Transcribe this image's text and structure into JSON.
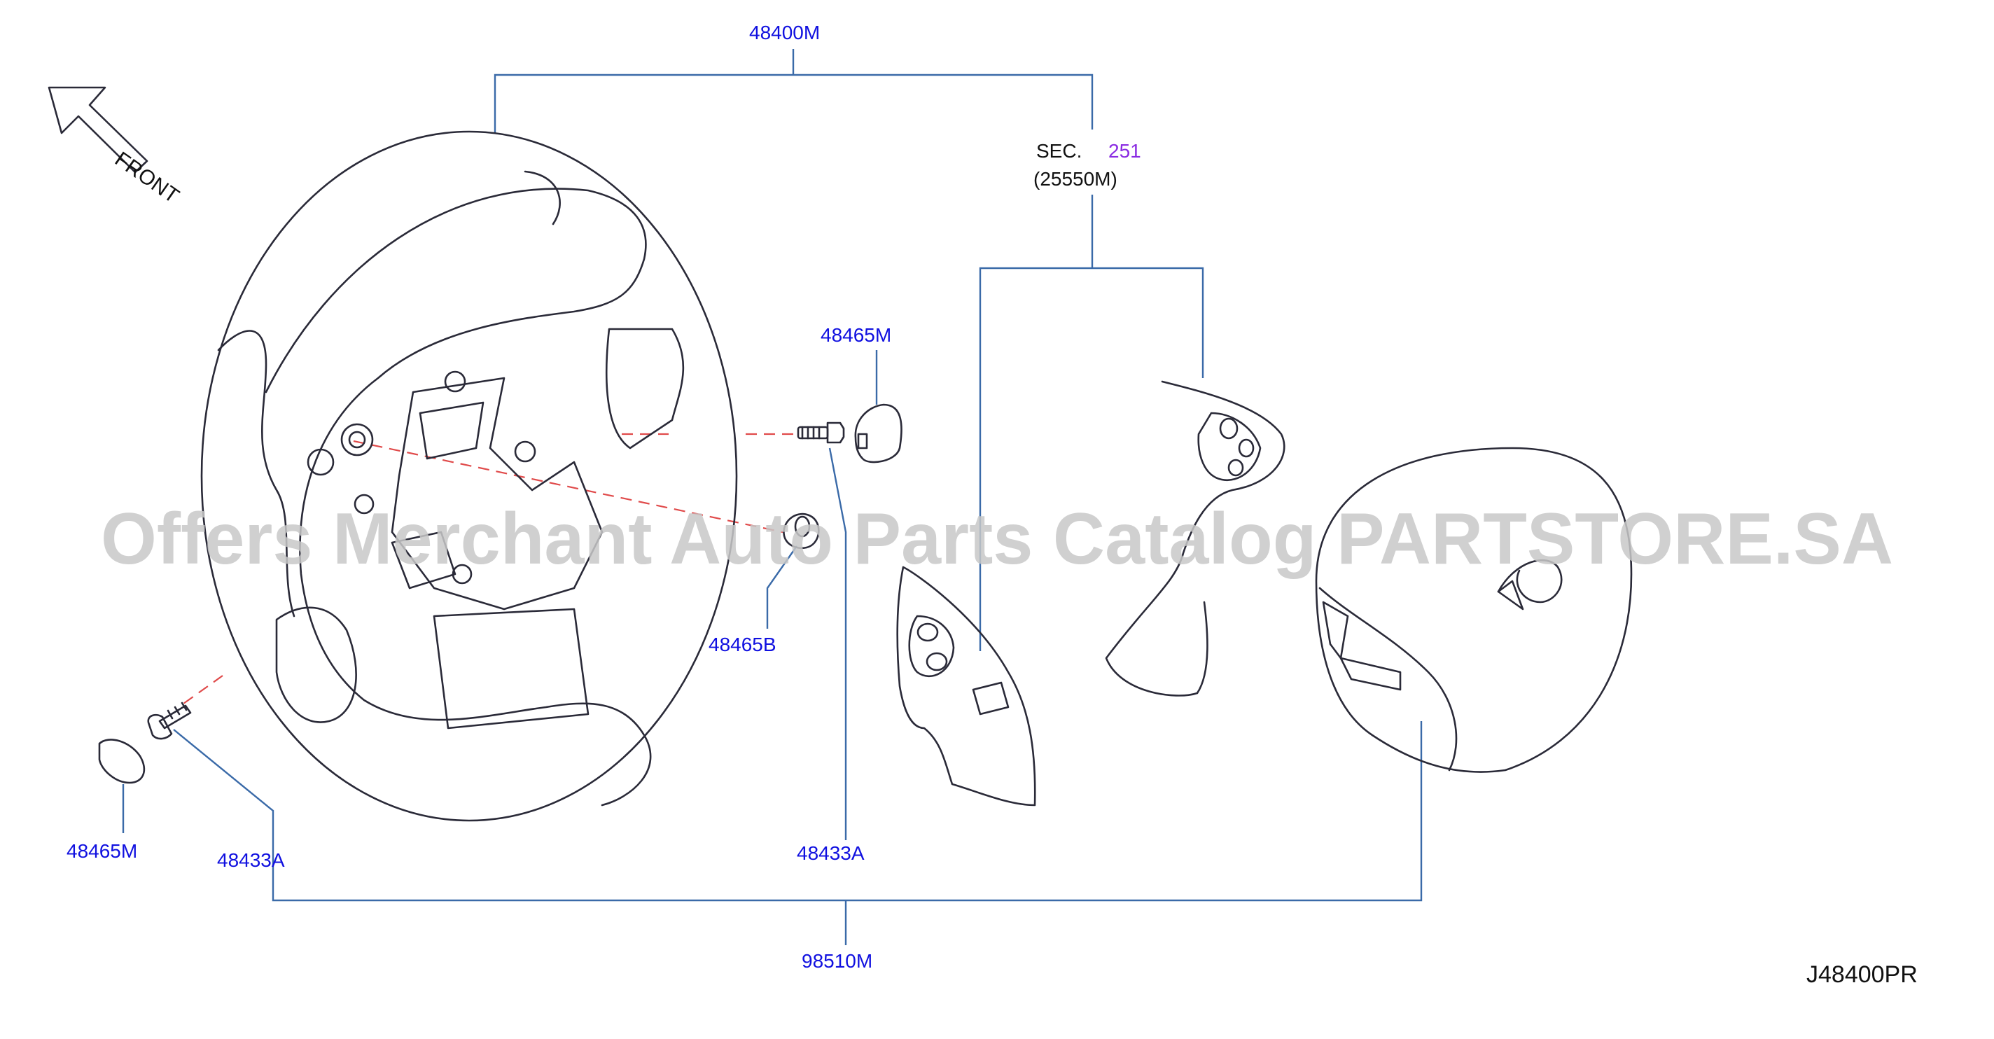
{
  "diagram": {
    "front_label": "FRONT",
    "part_labels": {
      "wheel_assembly": "48400M",
      "sec_prefix": "SEC.",
      "sec_number": "251",
      "sec_sub": "(25550M)",
      "cap_upper": "48465M",
      "cap_lower_left": "48465M",
      "cap_b": "48465B",
      "bolt_left": "48433A",
      "bolt_center": "48433A",
      "airbag": "98510M"
    },
    "drawing_code": "J48400PR",
    "watermark": "Offers Merchant Auto Parts Catalog PARTSTORE.SA"
  }
}
